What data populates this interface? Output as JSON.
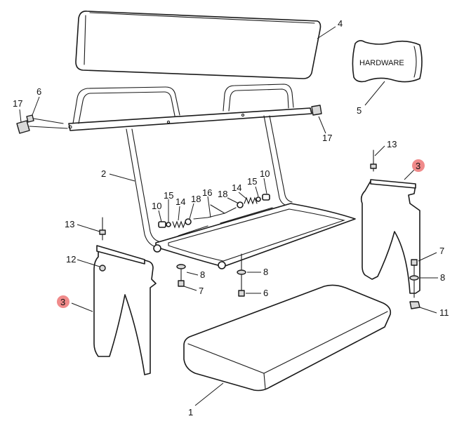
{
  "callouts": {
    "seat_cushion": "1",
    "seat_frame": "2",
    "support_bracket": "3",
    "back_cushion": "4",
    "hardware_bag": "5",
    "bolt": "6",
    "bolt_small": "7",
    "washer": "8",
    "bolt_long": "10",
    "nut": "11",
    "plate": "12",
    "screw": "13",
    "spring": "14",
    "pin": "15",
    "rod": "16",
    "end_cap": "17",
    "washer_spring": "18"
  },
  "hardware_bag_label": "HARDWARE",
  "highlight_color": "#f08a8a"
}
